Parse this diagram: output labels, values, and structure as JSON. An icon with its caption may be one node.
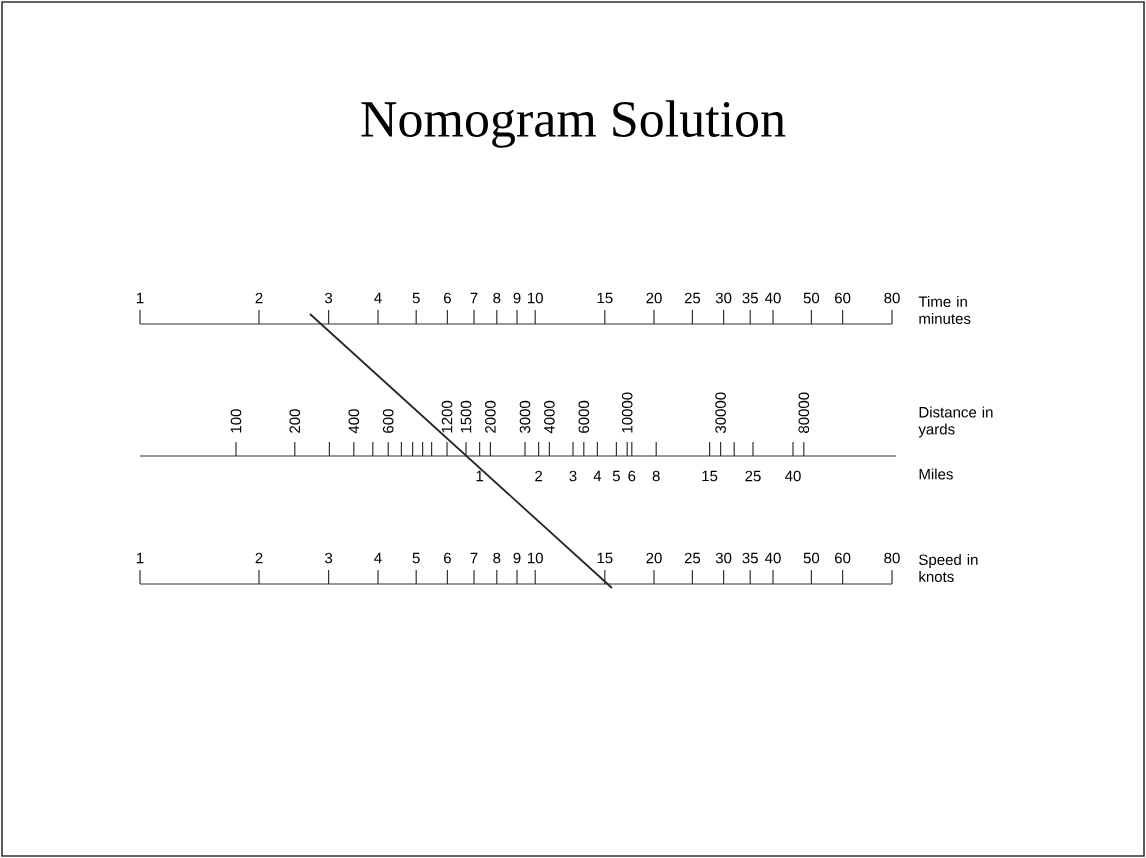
{
  "diagram": {
    "title": "Nomogram Solution",
    "labels": [
      "1",
      "2",
      "3",
      "4",
      "5",
      "6",
      "7",
      "8",
      "9",
      "10",
      "15",
      "20",
      "25",
      "30",
      "35",
      "40",
      "50",
      "60",
      "80",
      "Time in minutes",
      "100",
      "200",
      "400",
      "600",
      "1200",
      "1500",
      "2000",
      "3000",
      "4000",
      "6000",
      "10000",
      "30000",
      "80000",
      "Distance in yards",
      "1",
      "2",
      "3",
      "4",
      "5",
      "6",
      "8",
      "15",
      "25",
      "40",
      "Miles",
      "1",
      "2",
      "3",
      "4",
      "5",
      "6",
      "7",
      "8",
      "9",
      "10",
      "15",
      "20",
      "25",
      "30",
      "35",
      "40",
      "50",
      "60",
      "80",
      "Speed in knots"
    ]
  }
}
